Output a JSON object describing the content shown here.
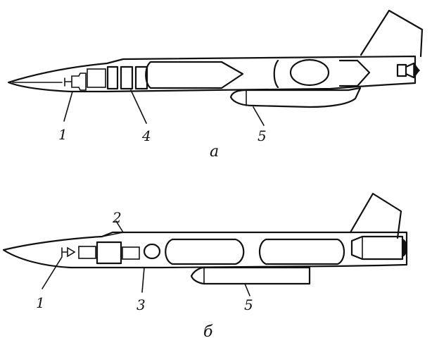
{
  "figure_a": {
    "caption": "а",
    "labels": {
      "l1": "1",
      "l4": "4",
      "l5": "5"
    }
  },
  "figure_b": {
    "caption": "б",
    "labels": {
      "l1": "1",
      "l2": "2",
      "l3": "3",
      "l5": "5"
    }
  }
}
